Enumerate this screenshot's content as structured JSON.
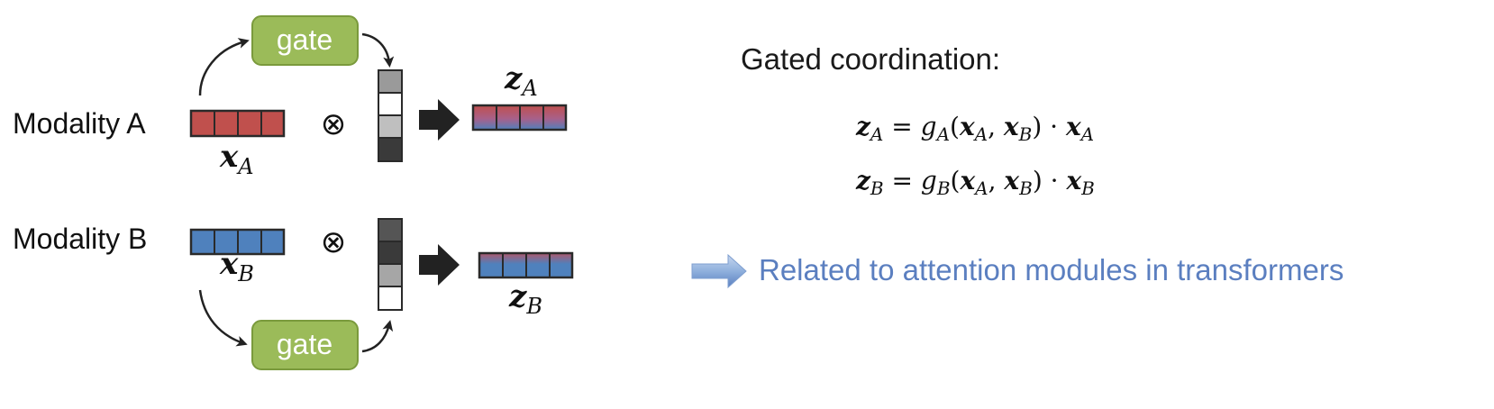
{
  "modalities": {
    "a_label": "Modality A",
    "b_label": "Modality B"
  },
  "gates": {
    "top_label": "gate",
    "bottom_label": "gate"
  },
  "operator_symbol": "⊗",
  "vectors": {
    "x_a": {
      "letter": "x",
      "sub": "A"
    },
    "x_b": {
      "letter": "x",
      "sub": "B"
    },
    "z_a": {
      "letter": "z",
      "sub": "A"
    },
    "z_b": {
      "letter": "z",
      "sub": "B"
    }
  },
  "colors": {
    "modality_a": "#c0504d",
    "modality_b": "#4f81bd",
    "gate_fill": "#9bbb59",
    "gate_border": "#7a9a3c",
    "related_text": "#5b7fc0",
    "arrow": "#222222"
  },
  "gate_vector_shades": {
    "top": [
      "#9a9a9a",
      "#ffffff",
      "#bfbfbf",
      "#3a3a3a"
    ],
    "bottom": [
      "#555555",
      "#3a3a3a",
      "#a6a6a6",
      "#ffffff"
    ]
  },
  "right_panel": {
    "heading": "Gated coordination:",
    "eq1": {
      "lhs": "z",
      "lhs_sub": "A",
      "g": "g",
      "g_sub": "A",
      "arg1": "x",
      "arg1_sub": "A",
      "arg2": "x",
      "arg2_sub": "B",
      "mul": "x",
      "mul_sub": "A"
    },
    "eq2": {
      "lhs": "z",
      "lhs_sub": "B",
      "g": "g",
      "g_sub": "B",
      "arg1": "x",
      "arg1_sub": "A",
      "arg2": "x",
      "arg2_sub": "B",
      "mul": "x",
      "mul_sub": "B"
    },
    "related": "Related to attention modules in transformers"
  }
}
